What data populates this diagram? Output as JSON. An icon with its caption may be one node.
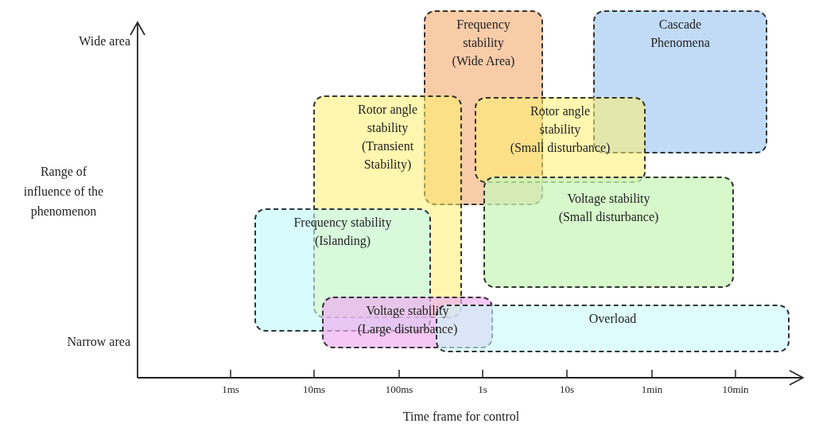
{
  "diagram": {
    "nodes": [
      {
        "text": [
          "Frequency stability (Wide Area)"
        ]
      },
      {
        "text": [
          "Cascade Phenomena"
        ]
      },
      {
        "text": [
          "Rotor angle stability (Transient Stability)"
        ]
      },
      {
        "text": [
          "Rotor angle stability (Small disturbance)"
        ]
      },
      {
        "text": [
          "Voltage stability (Small disturbance)"
        ]
      },
      {
        "text": [
          "Frequency stability (Islanding)"
        ]
      },
      {
        "text": [
          "Voltage stability (Large disturbance)"
        ]
      },
      {
        "text": [
          "Overload"
        ]
      }
    ],
    "edges": [],
    "labels": [
      "Wide area",
      "Range of influence of the phenomenon",
      "Narrow area",
      "1ms",
      "10ms",
      "100ms",
      "1s",
      "10s",
      "1min",
      "10min",
      "Time frame for control"
    ]
  }
}
